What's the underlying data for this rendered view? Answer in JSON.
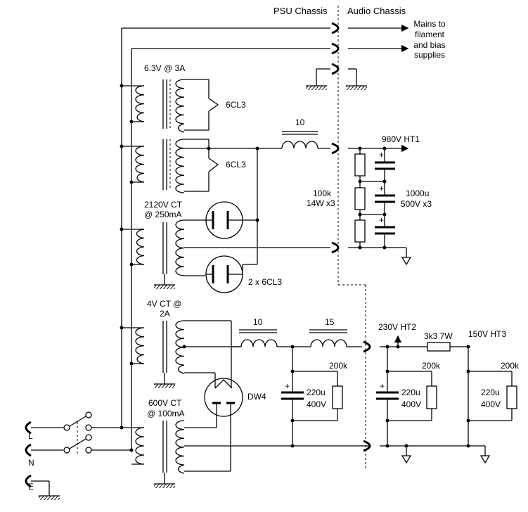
{
  "headers": {
    "psu": "PSU Chassis",
    "audio": "Audio Chassis"
  },
  "mains_note": [
    "Mains to",
    "filament",
    "and bias",
    "supplies"
  ],
  "transformers": {
    "t1_rating": "6.3V @ 3A",
    "t3_rating": [
      "2120V CT",
      "@ 250mA"
    ],
    "t4_rating": [
      "4V CT @",
      "2A"
    ],
    "t5_rating": [
      "600V CT",
      "@ 100mA"
    ]
  },
  "tubes": {
    "v1": "6CL3",
    "v2": "6CL3",
    "pair": "2 x 6CL3",
    "dw4": "DW4"
  },
  "inductors": {
    "l1": "10",
    "l2": "10",
    "l3": "15"
  },
  "ht1": {
    "label": "980V HT1",
    "resistor_value": [
      "100k",
      "14W x3"
    ],
    "cap_value": [
      "1000u",
      "500V x3"
    ]
  },
  "ht2": {
    "label": "230V HT2",
    "first_cap": [
      "220u",
      "400V"
    ],
    "first_res": "200k",
    "second_cap": [
      "220u",
      "400V"
    ],
    "second_res": "200k",
    "series_res": "3k3 7W"
  },
  "ht3": {
    "label": "150V HT3",
    "cap": [
      "220u",
      "400V"
    ],
    "res": "200k"
  },
  "terminals": {
    "live": "L",
    "neutral": "N",
    "earth": "E"
  },
  "plus_sign": "+"
}
